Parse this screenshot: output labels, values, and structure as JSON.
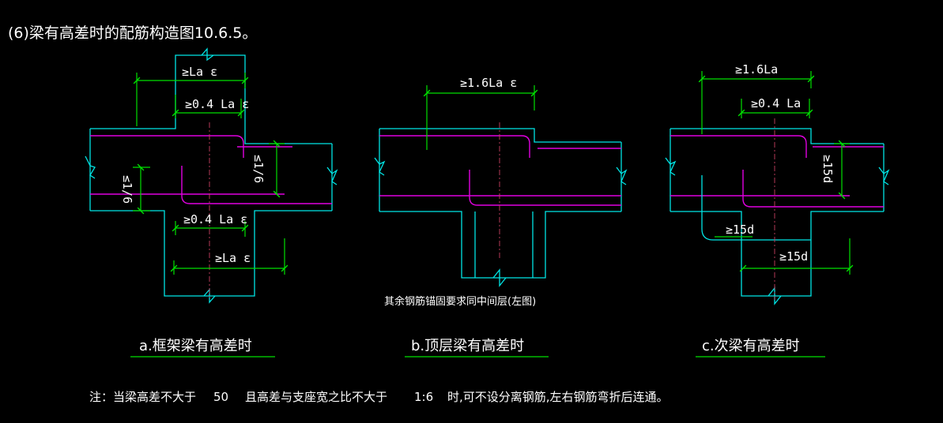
{
  "title": "(6)梁有高差时的配筋构造图10.6.5。",
  "diagram_a": {
    "caption": "a.框架梁有高差时",
    "dims": {
      "top_outer": "≥La ε",
      "top_inner": "≥0.4 La ε",
      "bottom_inner": "≥0.4 La ε",
      "bottom_outer": "≥La ε",
      "left_offset": "≤1/6",
      "right_offset": "≤1/6"
    }
  },
  "diagram_b": {
    "caption": "b.顶层梁有高差时",
    "dims": {
      "top": "≥1.6La ε"
    },
    "note": "其余钢筋锚固要求同中间层(左图)"
  },
  "diagram_c": {
    "caption": "c.次梁有高差时",
    "dims": {
      "top_outer": "≥1.6La",
      "top_inner": "≥0.4 La",
      "right_vert": "≥15d",
      "inner_hook": "≥15d",
      "bottom": "≥15d"
    }
  },
  "note": {
    "prefix": "注：当梁高差不大于",
    "value1": "50",
    "middle": "且高差与支座宽之比不大于",
    "value2": "1:6",
    "suffix": "时,可不设分离钢筋,左右钢筋弯折后连通。"
  },
  "colors": {
    "background": "#000000",
    "outline": "#00e5e5",
    "dimension": "#00e000",
    "rebar": "#e000e0",
    "axis": "#c84060",
    "text": "#ffffff"
  }
}
